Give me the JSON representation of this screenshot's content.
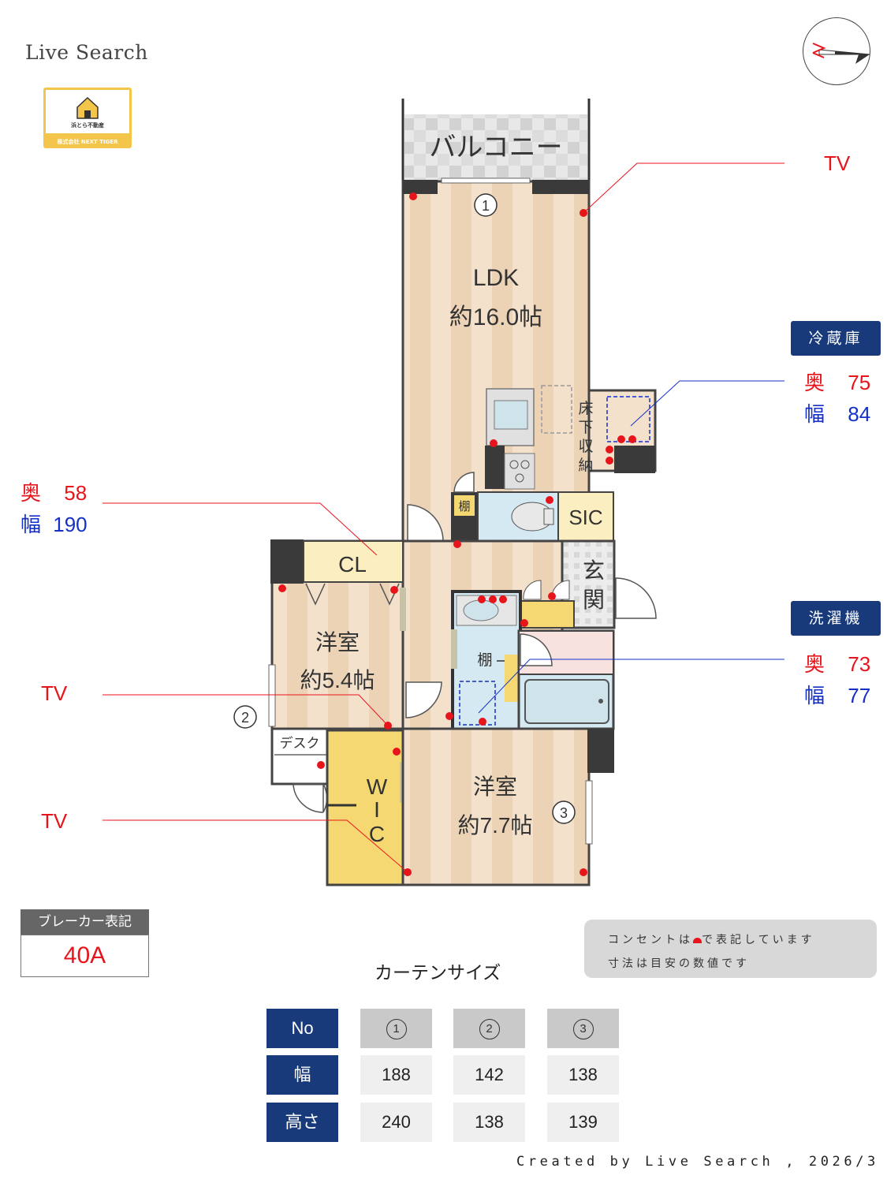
{
  "brand": "Live Search",
  "logo": {
    "name": "浜とら不動産",
    "company": "株式会社 NEXT TIGER"
  },
  "rooms": {
    "balcony": "バルコニー",
    "ldk_name": "LDK",
    "ldk_size": "約16.0帖",
    "underfloor": "床下収納",
    "shelf_top": "棚",
    "sic": "SIC",
    "cl": "CL",
    "entrance": "玄関",
    "western1_name": "洋室",
    "western1_size": "約5.4帖",
    "shelf_wash": "棚",
    "desk": "デスク",
    "wic": "WIC",
    "western2_name": "洋室",
    "western2_size": "約7.7帖"
  },
  "window_markers": [
    "1",
    "2",
    "3"
  ],
  "callouts": {
    "tv_top": "TV",
    "tv_mid": "TV",
    "tv_low": "TV",
    "fridge": {
      "title": "冷蔵庫",
      "depth_label": "奥",
      "depth": "75",
      "width_label": "幅",
      "width": "84"
    },
    "closet": {
      "depth_label": "奥",
      "depth": "58",
      "width_label": "幅",
      "width": "190"
    },
    "washer": {
      "title": "洗濯機",
      "depth_label": "奥",
      "depth": "73",
      "width_label": "幅",
      "width": "77"
    }
  },
  "breaker": {
    "label": "ブレーカー表記",
    "value": "40A"
  },
  "notes": {
    "line1_a": "コンセントは",
    "line1_b": "で表記しています",
    "line2": "寸法は目安の数値です"
  },
  "curtain": {
    "title": "カーテンサイズ",
    "row_labels": [
      "No",
      "幅",
      "高さ"
    ],
    "columns": [
      {
        "no": "1",
        "width": "188",
        "height": "240"
      },
      {
        "no": "2",
        "width": "142",
        "height": "138"
      },
      {
        "no": "3",
        "width": "138",
        "height": "139"
      }
    ]
  },
  "footer": "Created by Live Search , 2026/3",
  "colors": {
    "navy": "#183a7a",
    "red": "#e8141b",
    "blue": "#1430c8",
    "floor": "#f1dcc4",
    "wall": "#3a3a3a",
    "yellow": "#f6d872"
  }
}
